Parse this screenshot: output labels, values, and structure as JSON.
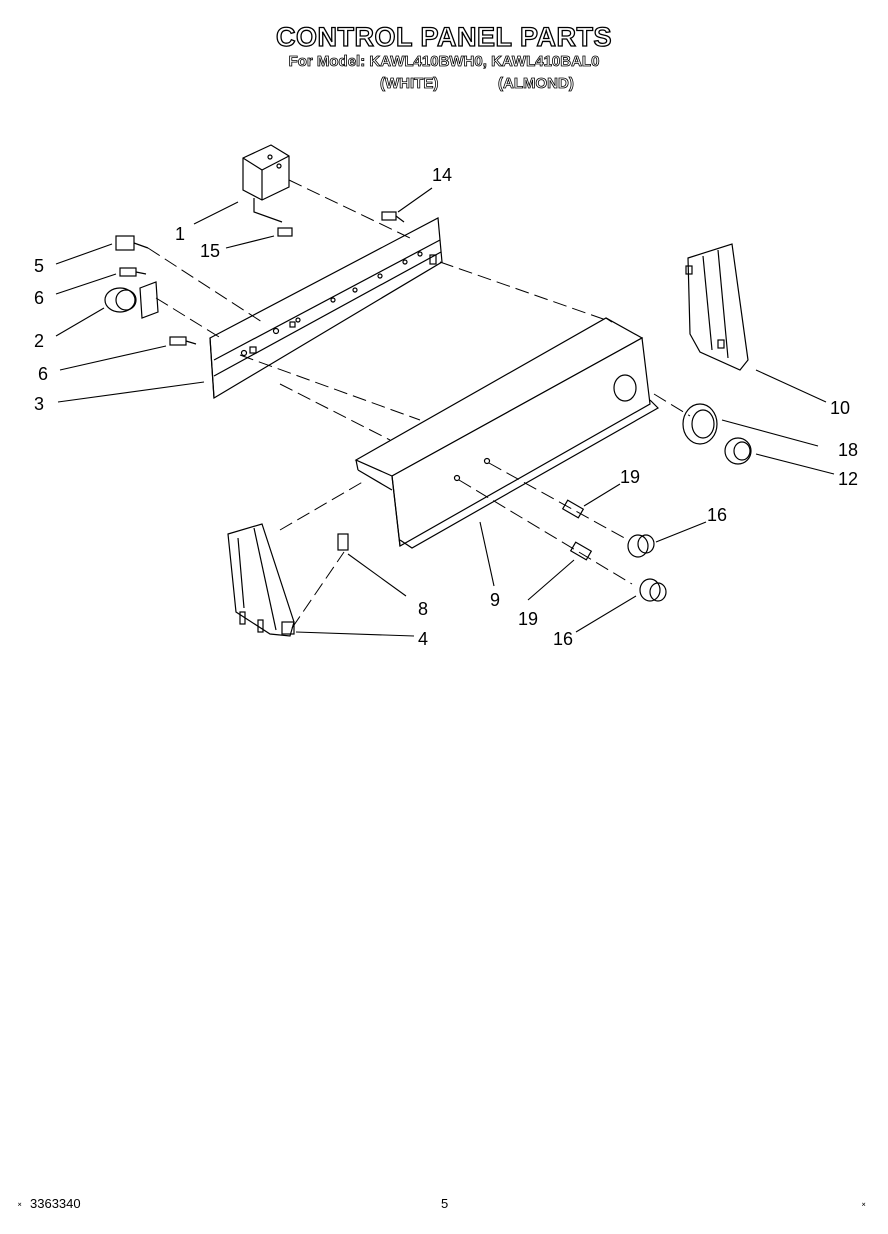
{
  "header": {
    "title": "CONTROL PANEL PARTS",
    "subtitle": "For Model: KAWL410BWH0, KAWL410BAL0",
    "variant_white": "(WHITE)",
    "variant_almond": "(ALMOND)"
  },
  "callouts": [
    "1",
    "2",
    "3",
    "4",
    "5",
    "6",
    "6",
    "8",
    "9",
    "10",
    "12",
    "14",
    "15",
    "16",
    "16",
    "18",
    "19",
    "19"
  ],
  "footer": {
    "doc_number": "3363340",
    "page_number": "5"
  },
  "colors": {
    "line": "#000000",
    "background": "#ffffff"
  }
}
